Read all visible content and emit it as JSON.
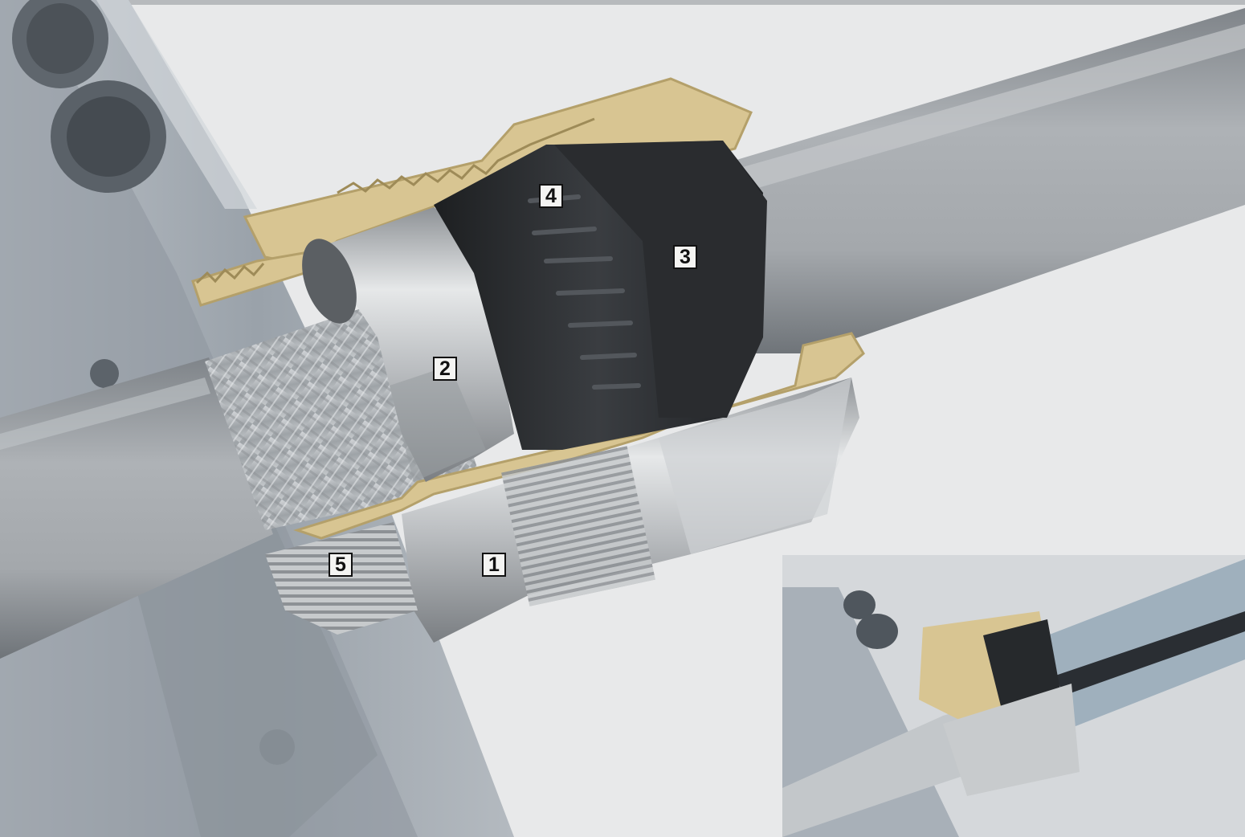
{
  "image": {
    "subject": "cable-gland-cutaway",
    "colors": {
      "background": "#e8e9ea",
      "housing": "#a9b0b7",
      "cable_jacket": "#9ea3a8",
      "brass_section": "#d9c695",
      "seal_insert": "#2b2d30",
      "steel": "#c9ccce",
      "braid": "#b8bcbf"
    }
  },
  "callouts": [
    {
      "id": "1",
      "label": "1"
    },
    {
      "id": "2",
      "label": "2"
    },
    {
      "id": "3",
      "label": "3"
    },
    {
      "id": "4",
      "label": "4"
    },
    {
      "id": "5",
      "label": "5"
    }
  ]
}
